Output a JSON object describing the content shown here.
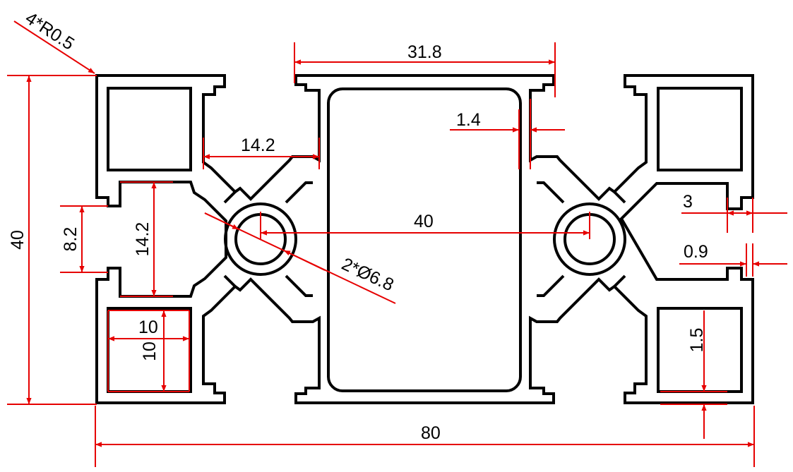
{
  "drawing": {
    "profile_color": "#000000",
    "dimension_color": "#e60000",
    "labels": {
      "corner_radius": "4*R0.5",
      "top_opening": "31.8",
      "wall_thickness": "1.4",
      "slot_inner_width": "14.2",
      "center_distance": "40",
      "bore": "2*Ø6.8",
      "side_slot_height": "14.2",
      "slot_opening": "8.2",
      "height": "40",
      "cavity_width": "10",
      "cavity_height": "10",
      "lip_depth": "3",
      "lip_thickness": "0.9",
      "bottom_wall": "1.5",
      "total_width": "80"
    }
  }
}
